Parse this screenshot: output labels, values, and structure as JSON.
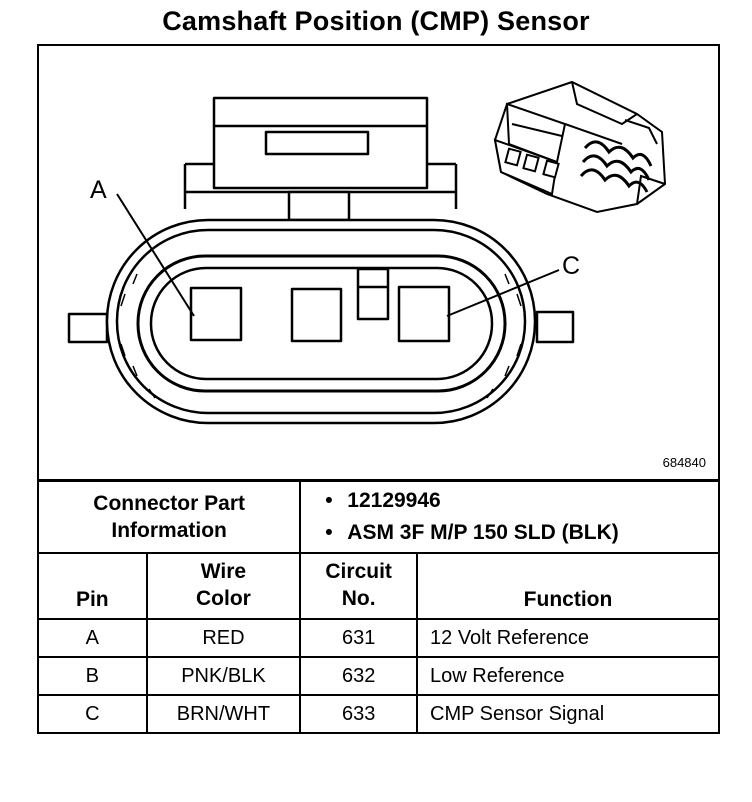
{
  "title": "Camshaft Position (CMP) Sensor",
  "diagram": {
    "callouts": [
      "A",
      "C"
    ],
    "figure_id": "684840"
  },
  "connector_info": {
    "label_line1": "Connector Part",
    "label_line2": "Information",
    "values": [
      "12129946",
      "ASM 3F M/P 150 SLD (BLK)"
    ]
  },
  "table": {
    "headers": {
      "pin": "Pin",
      "wire_color_line1": "Wire",
      "wire_color_line2": "Color",
      "circuit_line1": "Circuit",
      "circuit_line2": "No.",
      "function": "Function"
    },
    "rows": [
      {
        "pin": "A",
        "wire_color": "RED",
        "circuit": "631",
        "function": "12 Volt Reference"
      },
      {
        "pin": "B",
        "wire_color": "PNK/BLK",
        "circuit": "632",
        "function": "Low Reference"
      },
      {
        "pin": "C",
        "wire_color": "BRN/WHT",
        "circuit": "633",
        "function": "CMP Sensor Signal"
      }
    ]
  }
}
